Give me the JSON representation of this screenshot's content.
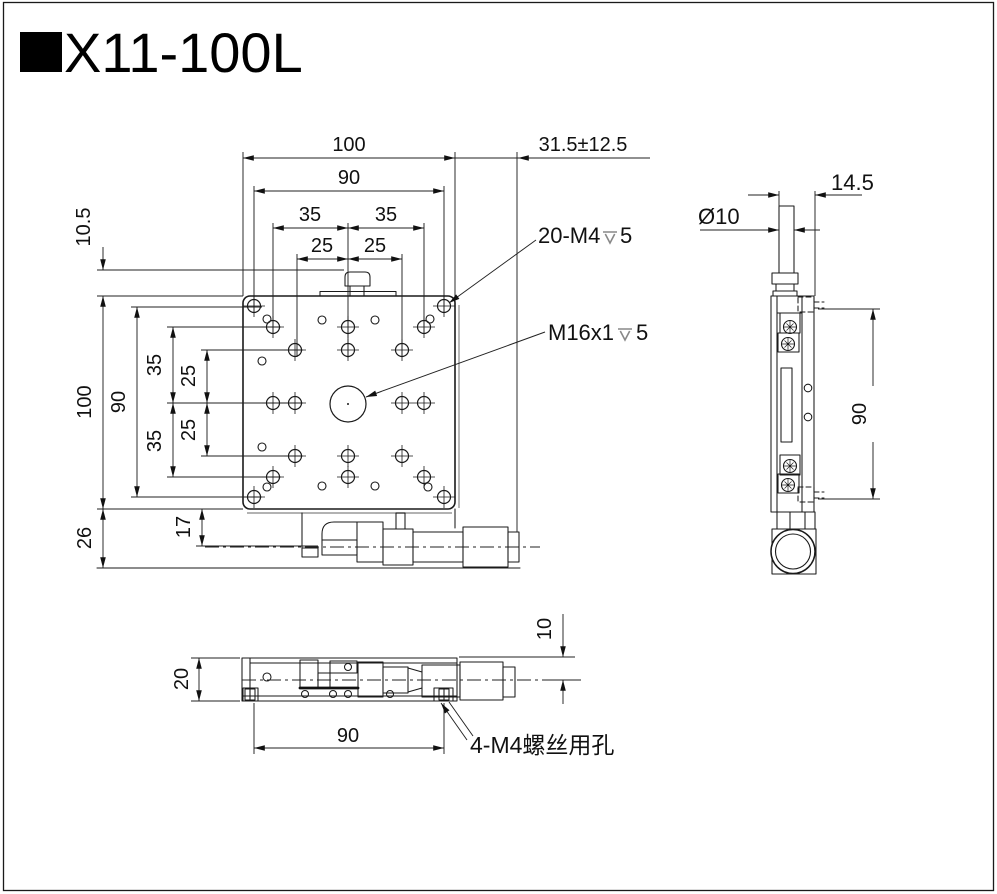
{
  "page": {
    "model_title": "X11-100L"
  },
  "front_view": {
    "dims": {
      "overall_width": "100",
      "hole_span_width": "90",
      "hole_pitch_35_left": "35",
      "hole_pitch_35_right": "35",
      "hole_pitch_25_left": "25",
      "hole_pitch_25_right": "25",
      "travel_range": "31.5±12.5",
      "knob_top_offset": "10.5",
      "overall_height": "100",
      "hole_span_height": "90",
      "hole_pitch_35_top": "35",
      "hole_pitch_25_top": "25",
      "hole_pitch_25_bottom": "25",
      "hole_pitch_35_bottom": "35",
      "base_height": "26",
      "axis_height": "17"
    },
    "labels": {
      "tapped_holes_thread": "20-M4",
      "tapped_holes_depth": "5",
      "center_hole_thread": "M16x1",
      "center_hole_depth": "5"
    }
  },
  "side_view": {
    "dims": {
      "knob_offset": "14.5",
      "knob_diameter": "Ø10",
      "side_hole_span": "90"
    }
  },
  "bottom_view": {
    "dims": {
      "stage_height": "20",
      "mount_hole_span": "90",
      "axis_depth": "10"
    },
    "labels": {
      "mount_screw_holes": "4-M4螺丝用孔"
    }
  },
  "colors": {
    "line": "#1a1a1a",
    "dim_line": "#222222",
    "background": "#ffffff"
  }
}
